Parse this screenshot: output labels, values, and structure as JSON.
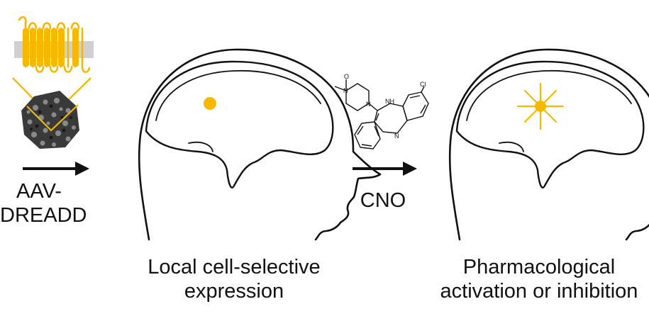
{
  "labels": {
    "step1_line1": "AAV-",
    "step1_line2": "DREADD",
    "step2": "CNO",
    "result1_line1": "Local cell-selective",
    "result1_line2": "expression",
    "result2_line1": "Pharmacological",
    "result2_line2": "activation or inhibition"
  },
  "molecule": {
    "cl": "Cl",
    "n_top": "N",
    "n_bottom": "N",
    "nh": "NH",
    "n_plus": "N",
    "o_minus": "O"
  },
  "colors": {
    "accent": "#F7B800",
    "line": "#111111",
    "virus": "#3a3a3a",
    "membrane": "#d0d0d0"
  },
  "icons": {
    "receptor": "gpcr-7tm-receptor-icon",
    "virus": "aav-capsid-icon",
    "brain": "brain-head-profile-icon",
    "activation": "activation-burst-icon"
  }
}
